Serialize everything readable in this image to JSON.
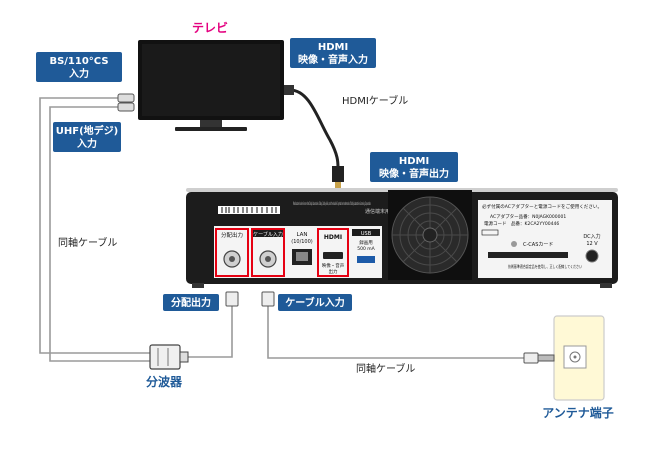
{
  "colors": {
    "label_bg": "#1f5a98",
    "label_text": "#ffffff",
    "title_pink": "#e4007f",
    "caption_blue": "#1f5a98",
    "red_highlight": "#e60012",
    "antenna_bg": "#fff9d6",
    "cable": "#9a9a9a"
  },
  "tv": {
    "title": "テレビ"
  },
  "labels": {
    "bs_input_line1": "BS/110°CS",
    "bs_input_line2": "入力",
    "uhf_input_line1": "UHF(地デジ)",
    "uhf_input_line2": "入力",
    "hdmi_tv_line1": "HDMI",
    "hdmi_tv_line2": "映像・音声入力",
    "hdmi_out_line1": "HDMI",
    "hdmi_out_line2": "映像・音声出力",
    "distribution_out": "分配出力",
    "cable_input": "ケーブル入力"
  },
  "captions": {
    "hdmi_cable": "HDMIケーブル",
    "coax_left": "同軸ケーブル",
    "coax_bottom": "同軸ケーブル",
    "splitter": "分波器",
    "antenna_terminal": "アンテナ端子"
  },
  "device": {
    "panel_dist_out": "分配出力",
    "panel_cable_in": "ケーブル入力",
    "panel_lan_line1": "LAN",
    "panel_lan_line2": "(10/100)",
    "panel_hdmi": "HDMI",
    "panel_hdmi_sub_line1": "映像・音声",
    "panel_hdmi_sub_line2": "出力",
    "panel_usb": "USB",
    "panel_usb_sub_line1": "録画用",
    "panel_usb_sub_line2": "500 mA",
    "panel_cas": "C-CASカード",
    "panel_dc_line1": "DC入力",
    "panel_dc_line2": "12 V",
    "panel_warning": "必ず付属のACアダプターと電源コードをご使用ください。",
    "panel_adapter": "ACアダプター品番：N0JAGK000001",
    "panel_cord": "電源コード　品番：K2CA2YY00446",
    "panel_dolby": "Manufactured under license from Dolby Laboratories. Dolby, Dolby Audio, and the double-D symbol are trademarks of Dolby Laboratories Licensing Corporation.",
    "panel_service": "通信端末用",
    "panel_note": "技術基準適合認定品を使用し、正しく配線してください"
  }
}
